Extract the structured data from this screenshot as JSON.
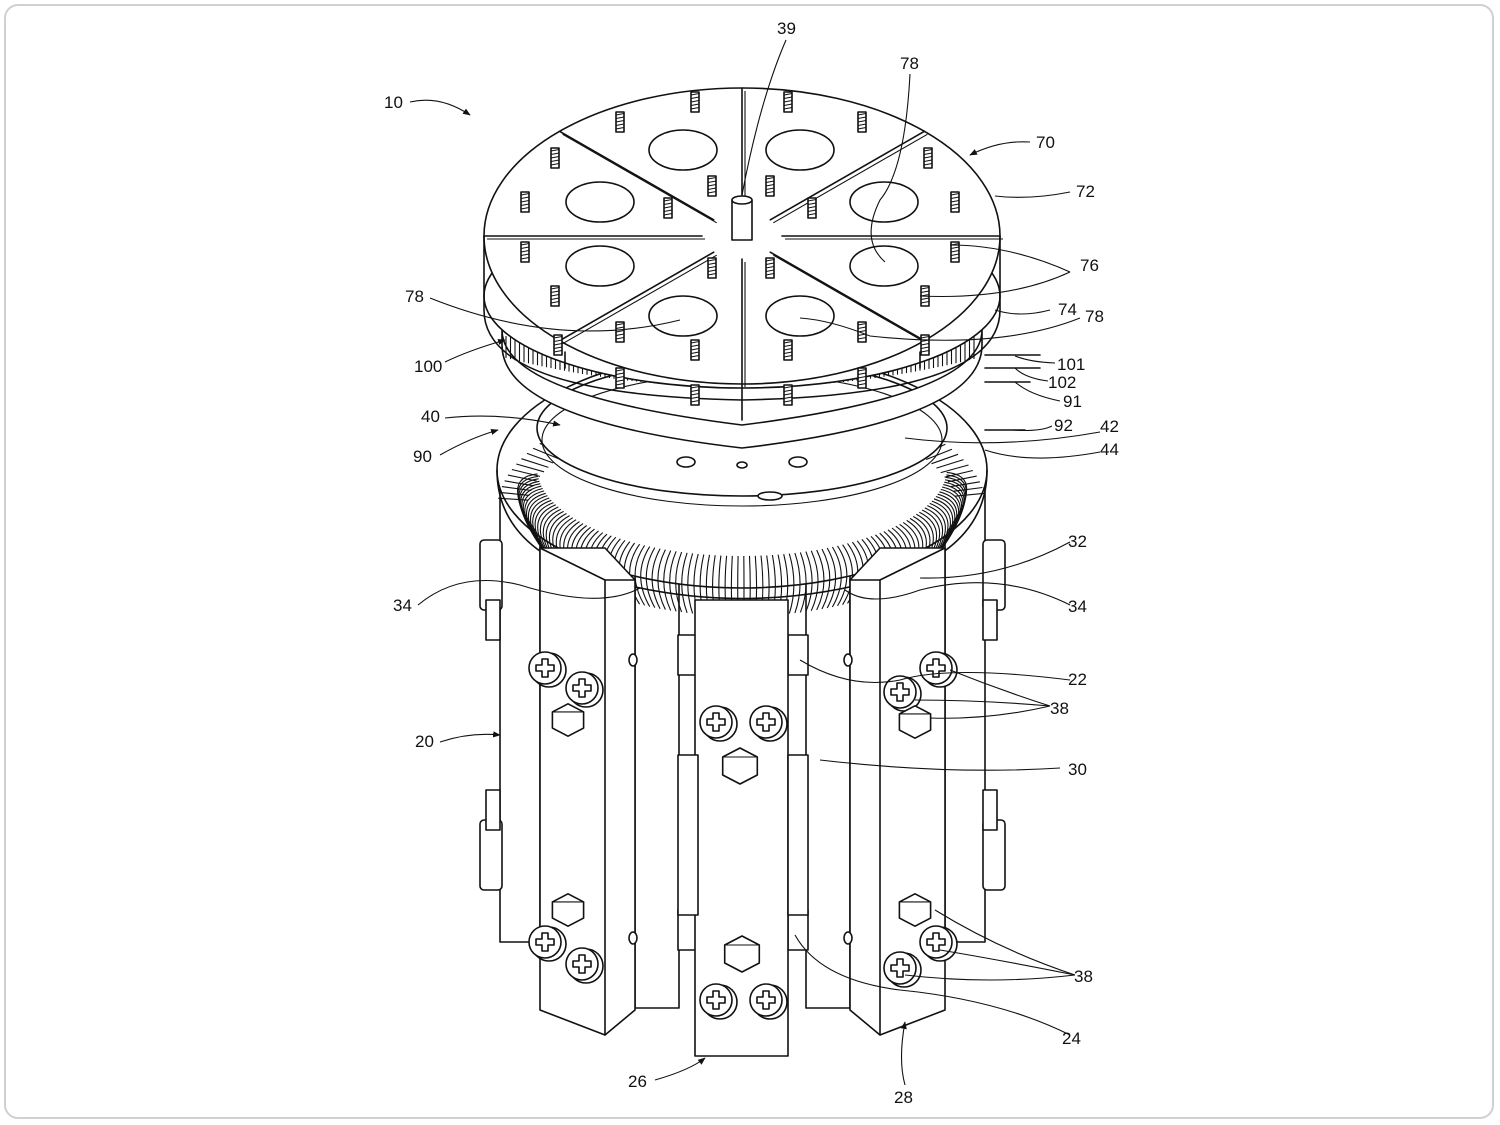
{
  "figure": {
    "labels": [
      "10",
      "39",
      "78",
      "70",
      "72",
      "76",
      "74",
      "78",
      "78",
      "100",
      "101",
      "102",
      "91",
      "92",
      "40",
      "42",
      "44",
      "90",
      "32",
      "34",
      "34",
      "22",
      "38",
      "20",
      "30",
      "38",
      "24",
      "26",
      "28"
    ]
  }
}
